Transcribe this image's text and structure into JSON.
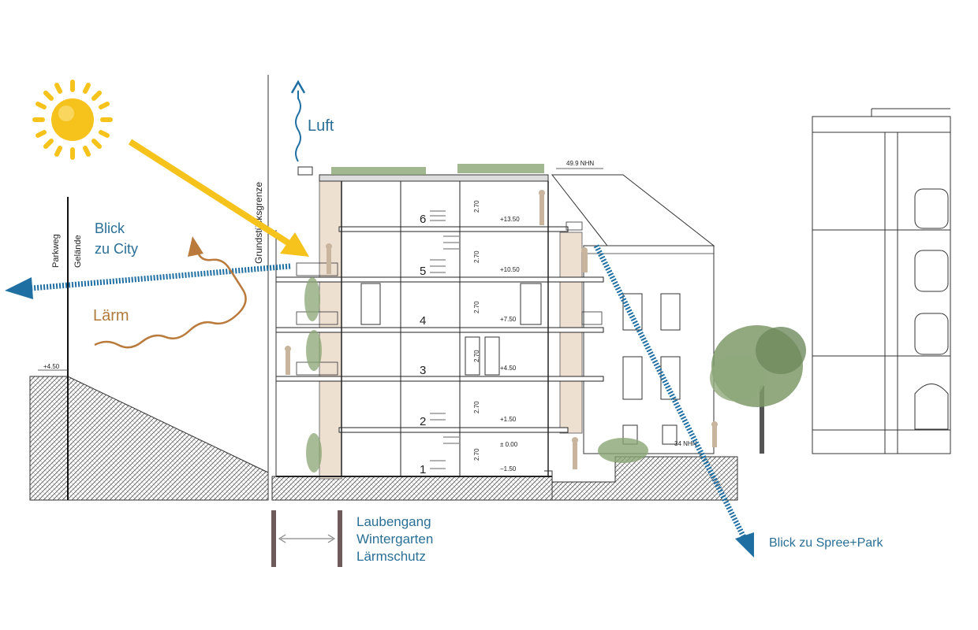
{
  "labels": {
    "luft": "Luft",
    "blick_city_1": "Blick",
    "blick_city_2": "zu City",
    "laerm": "Lärm",
    "blick_spree": "Blick zu Spree+Park",
    "parkweg": "Parkweg",
    "gelaende": "Gelände",
    "grundstuecksgrenze": "Grundstücksgrenze",
    "nhn_top": "49.9  NHN",
    "nhn_bottom": "34  NHN",
    "ground_level": "+4.50"
  },
  "legend": {
    "line1": "Laubengang",
    "line2": "Wintergarten",
    "line3": "Lärmschutz"
  },
  "floors": [
    {
      "number": "6",
      "level": "+13.50",
      "height": "2.70"
    },
    {
      "number": "5",
      "level": "+10.50",
      "height": "2.70"
    },
    {
      "number": "4",
      "level": "+7.50",
      "height": "2.70"
    },
    {
      "number": "3",
      "level": "+4.50",
      "height": "2.70"
    },
    {
      "number": "2",
      "level": "+1.50",
      "height": "2.70"
    },
    {
      "number": "1",
      "level": "± 0.00",
      "height": "2.70"
    }
  ],
  "basement_level": "−1.50",
  "colors": {
    "sun": "#f6c21c",
    "view_arrow": "#1f6fa3",
    "noise": "#b97a3c",
    "text_blue": "#2a6f96",
    "wall_beige": "#ede0d1",
    "tree_green": "#7f9a6a"
  }
}
